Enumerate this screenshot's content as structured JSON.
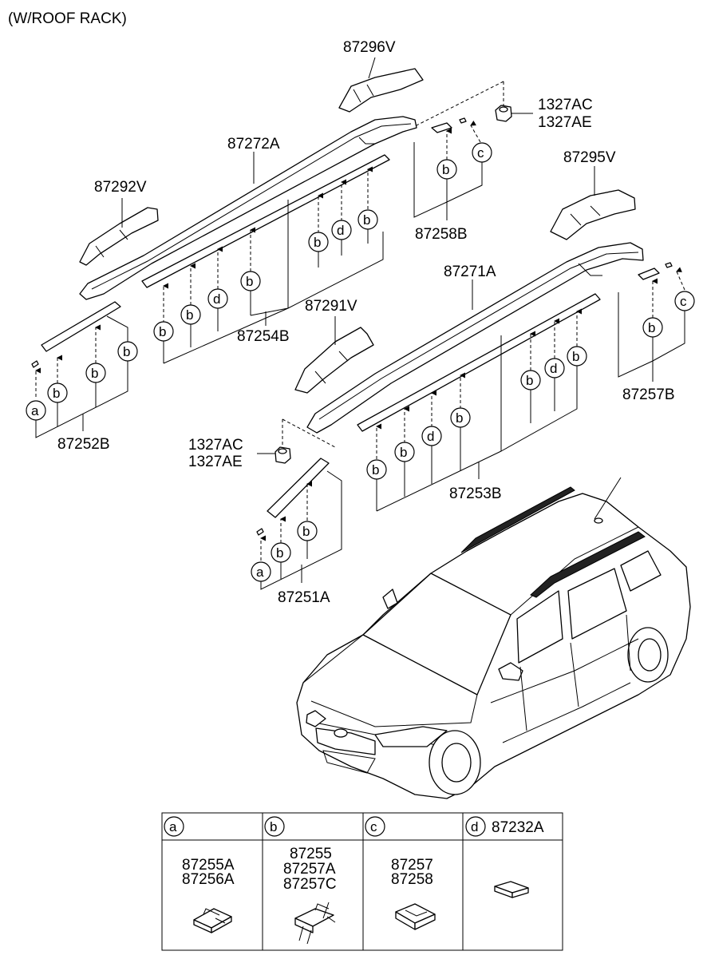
{
  "header": {
    "title": "(W/ROOF RACK)"
  },
  "parts": {
    "p87296V": "87296V",
    "p1327AC": "1327AC",
    "p1327AE": "1327AE",
    "p87272A": "87272A",
    "p87292V": "87292V",
    "p87295V": "87295V",
    "p87258B": "87258B",
    "p87254B": "87254B",
    "p87271A": "87271A",
    "p87291V": "87291V",
    "p87257B": "87257B",
    "p87252B": "87252B",
    "p1327AC_2": "1327AC",
    "p1327AE_2": "1327AE",
    "p87253B": "87253B",
    "p87251A": "87251A"
  },
  "clip_letters": {
    "a": "a",
    "b": "b",
    "c": "c",
    "d": "d"
  },
  "legend": {
    "a": {
      "letter": "a",
      "parts": [
        "87255A",
        "87256A"
      ]
    },
    "b": {
      "letter": "b",
      "parts": [
        "87255",
        "87257A",
        "87257C"
      ]
    },
    "c": {
      "letter": "c",
      "parts": [
        "87257",
        "87258"
      ]
    },
    "d": {
      "letter": "d",
      "parts": [
        "87232A"
      ]
    }
  }
}
